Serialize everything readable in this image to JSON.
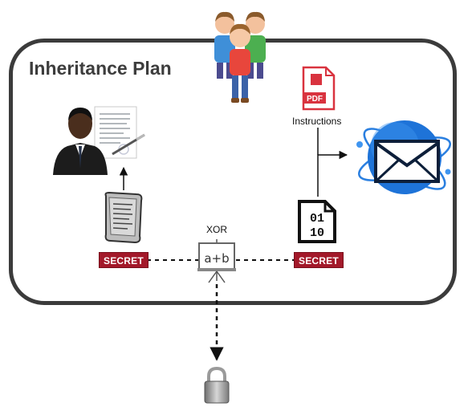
{
  "diagram": {
    "title": "Inheritance Plan",
    "secret_left_label": "SECRET",
    "secret_right_label": "SECRET",
    "xor_label": "XOR",
    "xor_symbol": "a+b",
    "instructions_label": "Instructions",
    "pdf_label": "PDF",
    "binary_top": "01",
    "binary_bottom": "10"
  },
  "icons": [
    "family-icon",
    "businessman-document-icon",
    "pdf-document-icon",
    "globe-mail-icon",
    "stone-tablet-icon",
    "binary-file-icon",
    "whiteboard-xor-icon",
    "padlock-icon"
  ],
  "colors": {
    "frame": "#3b3b3b",
    "secret_badge": "#a3192a",
    "pdf_red": "#d9333f",
    "globe_blue": "#1e73d8"
  }
}
